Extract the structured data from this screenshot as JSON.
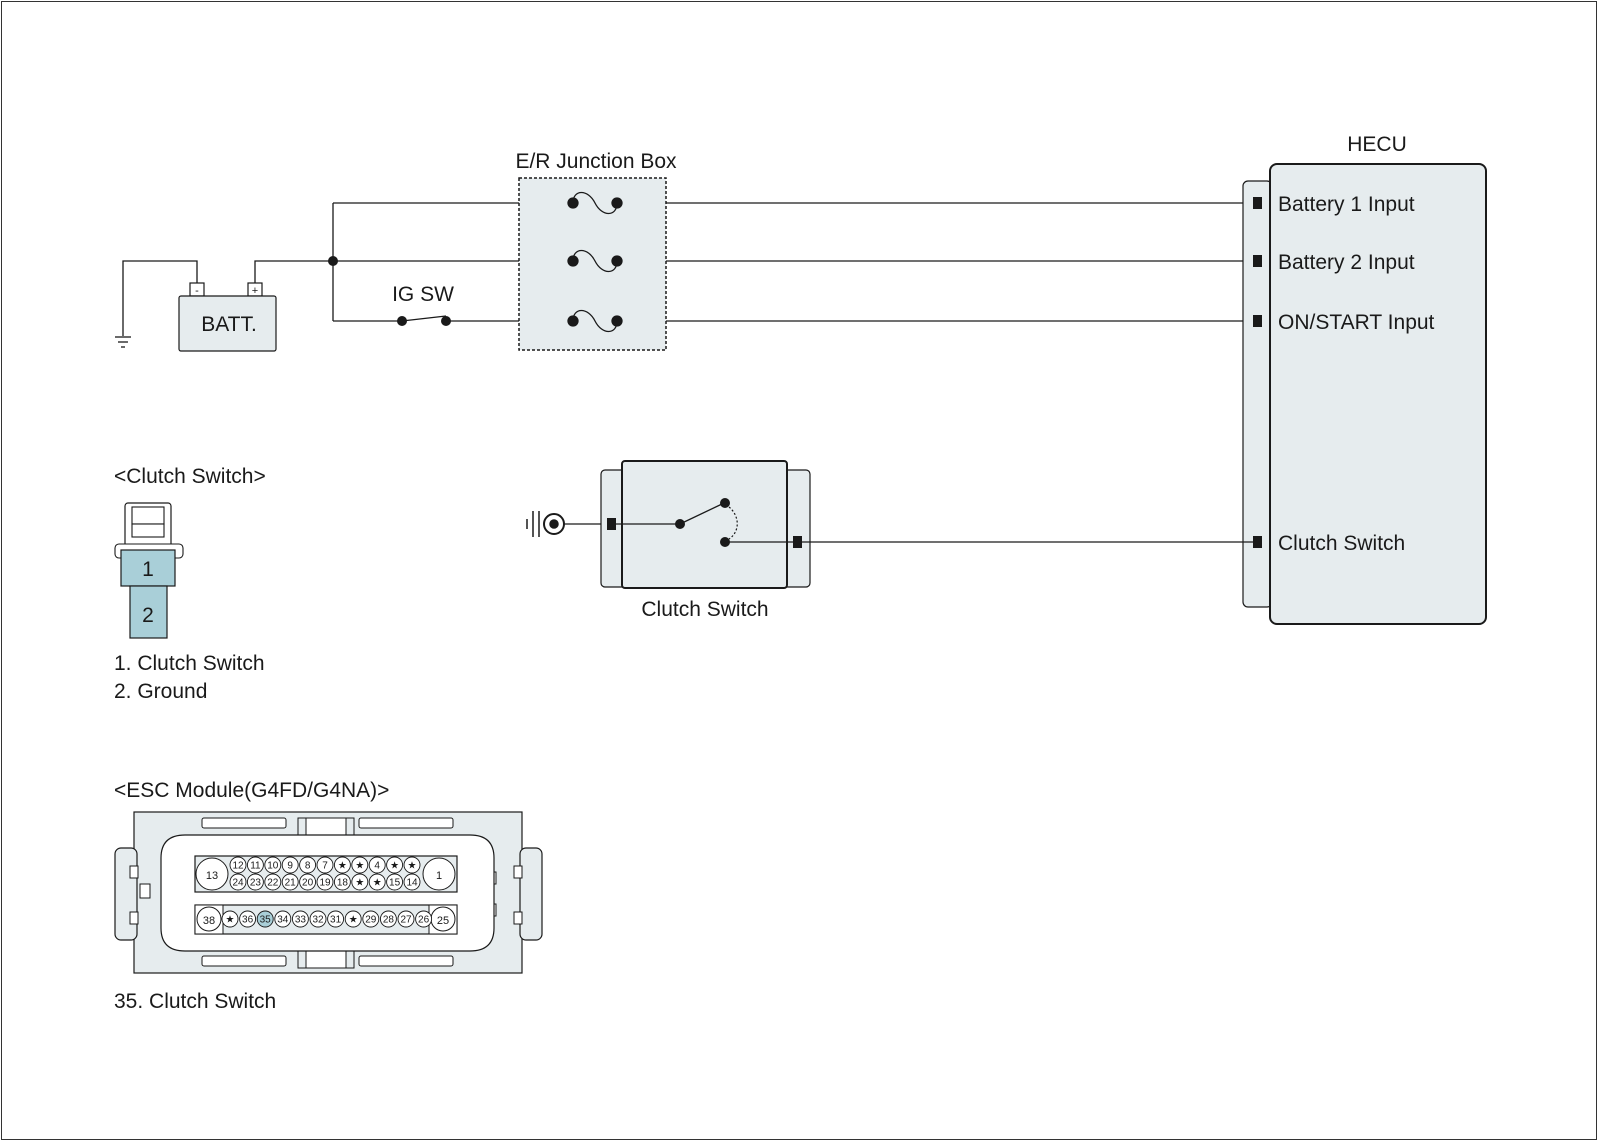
{
  "battery": {
    "label": "BATT.",
    "neg": "-",
    "pos": "+"
  },
  "ig_switch": {
    "label": "IG SW"
  },
  "junction_box": {
    "label": "E/R Junction Box"
  },
  "hecu": {
    "label": "HECU",
    "pins": [
      "Battery 1 Input",
      "Battery 2 Input",
      "ON/START Input",
      "Clutch Switch"
    ]
  },
  "clutch_switch_component": {
    "label": "Clutch Switch"
  },
  "clutch_connector": {
    "title": "<Clutch Switch>",
    "pin1": "1",
    "pin2": "2",
    "legend": [
      "1. Clutch Switch",
      "2. Ground"
    ]
  },
  "esc_connector": {
    "title": "<ESC Module(G4FD/G4NA)>",
    "big_pins": [
      "13",
      "1",
      "38",
      "25"
    ],
    "row1": [
      "12",
      "11",
      "10",
      "9",
      "8",
      "7",
      "★",
      "★",
      "4",
      "★",
      "★"
    ],
    "row2": [
      "24",
      "23",
      "22",
      "21",
      "20",
      "19",
      "18",
      "★",
      "★",
      "15",
      "14"
    ],
    "row3": [
      "★",
      "36",
      "35",
      "34",
      "33",
      "32",
      "31",
      "★",
      "29",
      "28",
      "27",
      "26"
    ],
    "highlight_pin": "35",
    "legend": [
      "35. Clutch Switch"
    ]
  },
  "colors": {
    "fill": "#e6ecee",
    "highlight": "#a9cfd8",
    "line": "#1a1a1a"
  }
}
